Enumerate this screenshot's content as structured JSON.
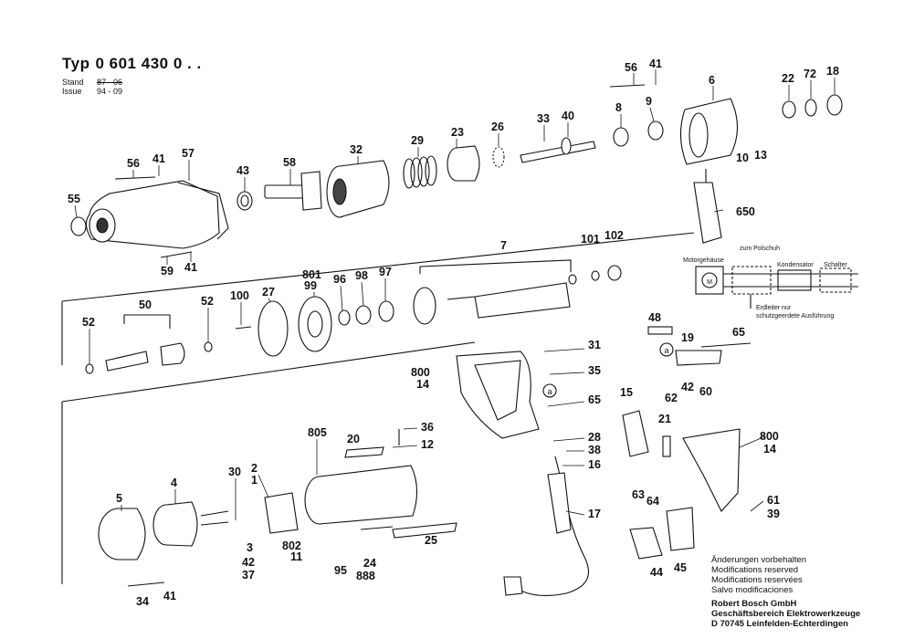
{
  "header": {
    "typ_label": "Typ",
    "typ_code": "0 601 430 0 . .",
    "stand_label": "Stand",
    "stand_value": "87 - 06",
    "issue_label": "Issue",
    "issue_value": "94 - 09"
  },
  "schematic": {
    "motor_housing": "Motorgehäuse",
    "pole_shoe": "zum Polschuh",
    "capacitor": "Kondensator",
    "switch": "Schalter",
    "motor": "M",
    "earth_note_1": "Erdleiter nur",
    "earth_note_2": "schutzgeerdete Ausführung"
  },
  "circle_a": "a",
  "part_labels": {
    "p56_top": "56",
    "p41_top": "41",
    "p6": "6",
    "p22": "22",
    "p72": "72",
    "p18": "18",
    "p8": "8",
    "p9": "9",
    "p33": "33",
    "p40": "40",
    "p26": "26",
    "p23": "23",
    "p29": "29",
    "p32": "32",
    "p58": "58",
    "p43": "43",
    "p57": "57",
    "p41_a": "41",
    "p56_a": "56",
    "p55": "55",
    "p59": "59",
    "p41_b": "41",
    "p10": "10",
    "p13": "13",
    "p650": "650",
    "p7": "7",
    "p101": "101",
    "p102": "102",
    "p801": "801",
    "p99": "99",
    "p96": "96",
    "p98": "98",
    "p97": "97",
    "p100": "100",
    "p27": "27",
    "p52_a": "52",
    "p50": "50",
    "p52_b": "52",
    "p48": "48",
    "p19": "19",
    "p65_a": "65",
    "p31": "31",
    "p35": "35",
    "p800_a": "800",
    "p14_a": "14",
    "p65_b": "65",
    "p62": "62",
    "p42_a": "42",
    "p60": "60",
    "p15": "15",
    "p21": "21",
    "p800_b": "800",
    "p14_b": "14",
    "p28": "28",
    "p38": "38",
    "p16": "16",
    "p36": "36",
    "p12": "12",
    "p805": "805",
    "p20": "20",
    "p30": "30",
    "p2": "2",
    "p1": "1",
    "p4": "4",
    "p5": "5",
    "p3": "3",
    "p802": "802",
    "p11": "11",
    "p42_b": "42",
    "p37": "37",
    "p95": "95",
    "p24": "24",
    "p888": "888",
    "p25": "25",
    "p17": "17",
    "p34": "34",
    "p41_c": "41",
    "p63": "63",
    "p64": "64",
    "p61": "61",
    "p39": "39",
    "p44": "44",
    "p45": "45"
  },
  "footer": {
    "changes_de": "Änderungen vorbehalten",
    "changes_en": "Modifications reserved",
    "changes_fr": "Modifications reservées",
    "changes_es": "Salvo modificaciones",
    "company": "Robert Bosch GmbH",
    "division": "Geschäftsbereich Elektrowerkzeuge",
    "address": "D 70745 Leinfelden-Echterdingen"
  },
  "colors": {
    "ink": "#111111",
    "paper": "#ffffff"
  }
}
